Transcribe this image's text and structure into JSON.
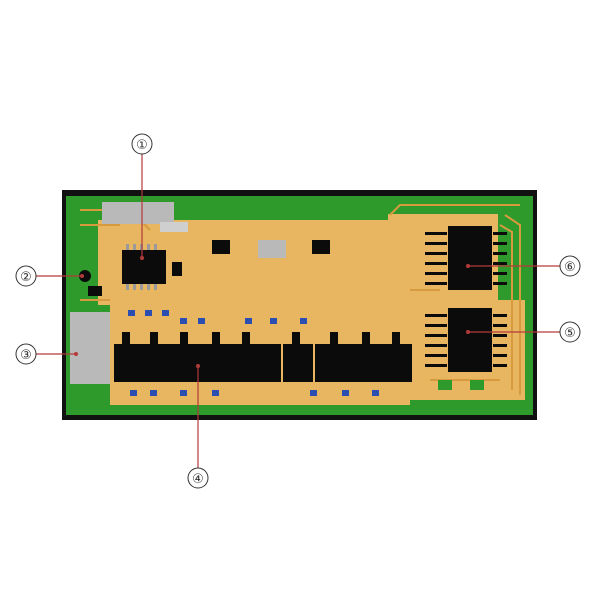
{
  "diagram": {
    "callouts": [
      {
        "label": "①",
        "id": "1"
      },
      {
        "label": "②",
        "id": "2"
      },
      {
        "label": "③",
        "id": "3"
      },
      {
        "label": "④",
        "id": "4"
      },
      {
        "label": "⑤",
        "id": "5"
      },
      {
        "label": "⑥",
        "id": "6"
      }
    ],
    "colors": {
      "board_border": "#111111",
      "pcb_green": "#2f9a2c",
      "copper_pour": "#e8b661",
      "copper_trace": "#d79a3f",
      "ic_body": "#0b0b0b",
      "smd_blue": "#2a4fb0",
      "connector_gray": "#b9b9b9",
      "leader_red": "#b43a3a"
    }
  }
}
